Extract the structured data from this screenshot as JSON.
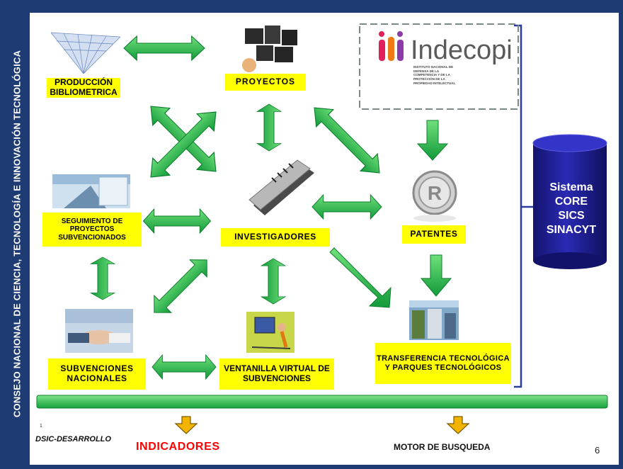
{
  "sidebar": {
    "text": "CONSEJO NACIONAL DE CIENCIA, TECNOLOGÍA E INNOVACIÓN TECNOLÓGICA"
  },
  "nodes": {
    "produccion": "PRODUCCIÓN BIBLIOMETRICA",
    "proyectos": "PROYECTOS",
    "seguimiento": "SEGUIMIENTO DE PROYECTOS SUBVENCIONADOS",
    "investigadores": "INVESTIGADORES",
    "patentes": "PATENTES",
    "subvenciones": "SUBVENCIONES NACIONALES",
    "ventanilla": "VENTANILLA VIRTUAL DE SUBVENCIONES",
    "transferencia": "TRANSFERENCIA TECNOLÓGICA Y PARQUES TECNOLÓGICOS"
  },
  "logo": {
    "name": "Indecopi",
    "subtitle": "INSTITUTO NACIONAL DE DEFENSA DE LA COMPETENCIA Y DE LA PROTECCIÓN DE LA PROPIEDAD INTELECTUAL"
  },
  "database": {
    "line1": "Sistema",
    "line2": "CORE",
    "line3": "SICS",
    "line4": "SINACYT"
  },
  "footer": {
    "footnote_mark": "1",
    "department": "DSIC-DESARROLLO",
    "indicadores": "INDICADORES",
    "motor": "MOTOR DE BUSQUEDA",
    "page_number": "6"
  },
  "colors": {
    "navy": "#1f3b73",
    "arrow_green": "#22a845",
    "label_yellow": "#ffff00",
    "indicadores_red": "#ff0000",
    "cylinder": "#1e1e8c",
    "down_arrow": "#f2b400"
  }
}
